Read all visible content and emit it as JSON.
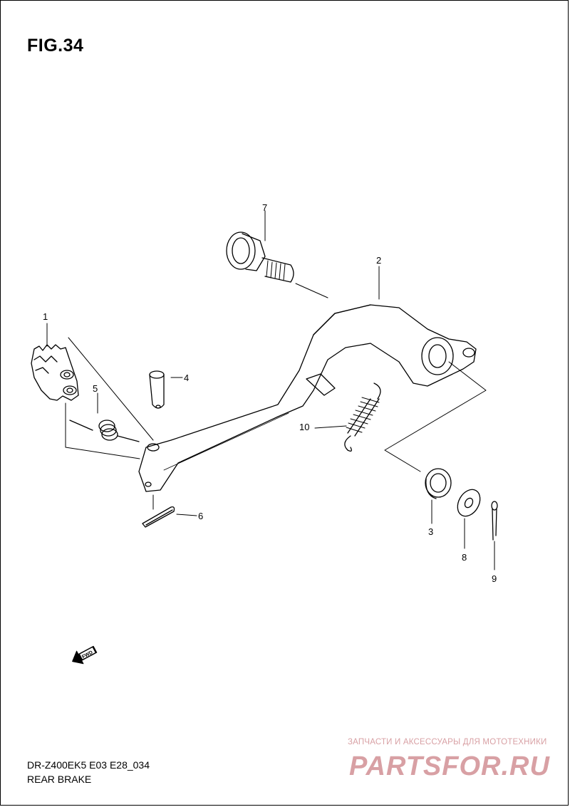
{
  "figure": {
    "title": "FIG.34"
  },
  "footer": {
    "model_code": "DR-Z400EK5 E03 E28_034",
    "section_name": "REAR BRAKE"
  },
  "parts": [
    {
      "ref": "1"
    },
    {
      "ref": "2"
    },
    {
      "ref": "3"
    },
    {
      "ref": "4"
    },
    {
      "ref": "5"
    },
    {
      "ref": "6"
    },
    {
      "ref": "7"
    },
    {
      "ref": "8"
    },
    {
      "ref": "9"
    },
    {
      "ref": "10"
    }
  ],
  "direction_badge": {
    "text": "FWD",
    "icon": "arrow-left-icon"
  },
  "watermark": {
    "tagline": "ЗАПЧАСТИ И АКСЕССУАРЫ ДЛЯ МОТОТЕХНИКИ",
    "logo_text": "PARTSFOR.RU",
    "color": "#d8a0a4"
  },
  "colors": {
    "line": "#000000",
    "background": "#ffffff"
  }
}
